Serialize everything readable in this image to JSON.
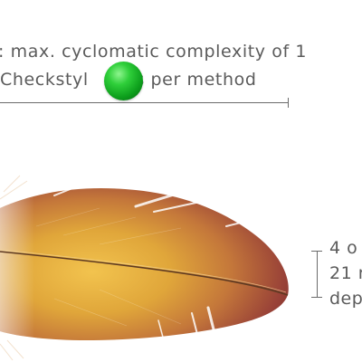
{
  "caption": {
    "line1": ": max. cyclomatic complexity of 1",
    "line2_part1": "Checkstyl",
    "line2_part2": "ors per method"
  },
  "side_labels": {
    "line1": "4 o",
    "line2": "21 r",
    "line3": "dep"
  },
  "colors": {
    "text": "#5b5b5b",
    "bracket": "#6b6b6b",
    "green_dot": "#1fbf2e",
    "feather_core": "#e0a63a",
    "feather_edge": "#7a2a2a"
  },
  "icons": {
    "dot": "green-dot",
    "feather": "feather-illustration"
  }
}
